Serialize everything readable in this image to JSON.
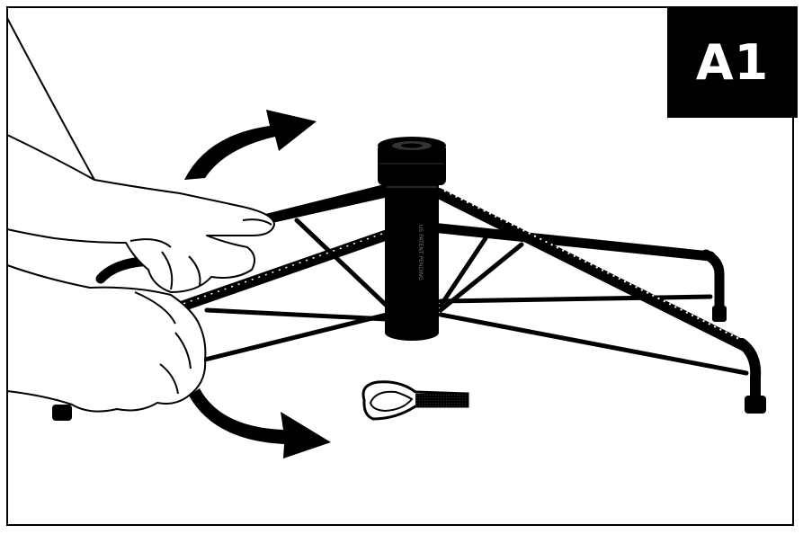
{
  "step": {
    "label": "A1"
  },
  "illustration": {
    "subject": "tree-stand-assembly",
    "stand_marking": "US PATENT PENDING"
  },
  "colors": {
    "ink": "#000000",
    "paper": "#ffffff"
  }
}
